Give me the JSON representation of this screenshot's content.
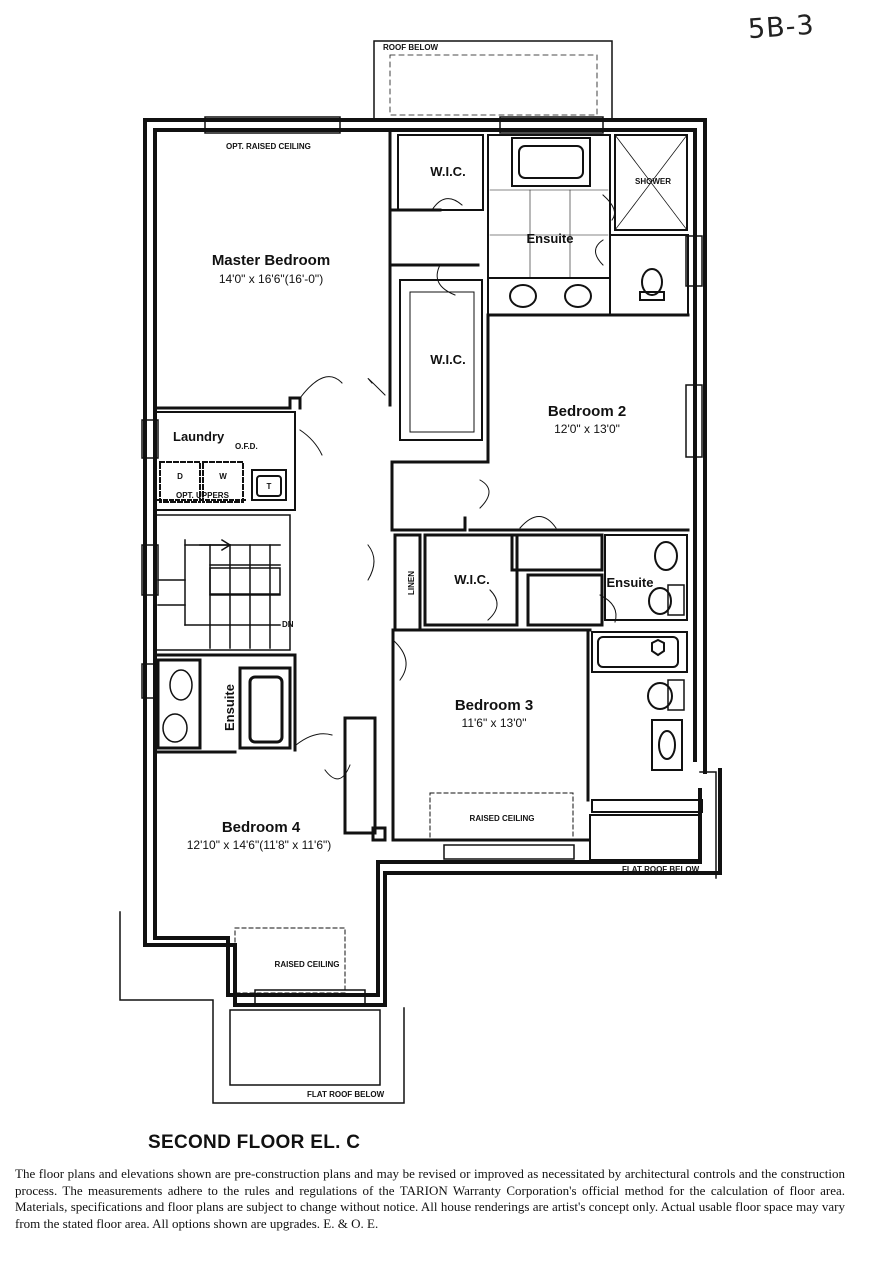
{
  "handwritten_note": "5B-3",
  "plan_title": "SECOND FLOOR EL. C",
  "disclaimer": "The floor plans and elevations shown are pre-construction plans and may be revised or improved as necessitated by architectural controls and the construction process. The measurements adhere to the rules and regulations of the TARION Warranty Corporation's official method for the calculation of floor area. Materials, specifications and floor plans are subject to change without notice. All house renderings are artist's concept only. Actual usable floor space may vary from the stated floor area. All options shown are upgrades. E. & O. E.",
  "rooms": {
    "master": {
      "name": "Master Bedroom",
      "dims": "14'0\" x 16'6\"(16'-0\")",
      "note": "OPT. RAISED CEILING"
    },
    "bedroom2": {
      "name": "Bedroom 2",
      "dims": "12'0\" x 13'0\""
    },
    "bedroom3": {
      "name": "Bedroom 3",
      "dims": "11'6\" x 13'0\"",
      "note": "RAISED CEILING"
    },
    "bedroom4": {
      "name": "Bedroom 4",
      "dims": "12'10\" x 14'6\"(11'8\" x 11'6\")",
      "note": "RAISED CEILING"
    }
  },
  "labels": {
    "roof_below": "ROOF BELOW",
    "flat_roof_below_right": "FLAT ROOF BELOW",
    "flat_roof_below_bottom": "FLAT ROOF BELOW",
    "wic_master_top": "W.I.C.",
    "wic_master_mid": "W.I.C.",
    "wic_bed3": "W.I.C.",
    "ensuite_master": "Ensuite",
    "ensuite_bed2": "Ensuite",
    "ensuite_bed4": "Ensuite",
    "shower": "SHOWER",
    "laundry": "Laundry",
    "ofd": "O.F.D.",
    "washer": "W",
    "dryer": "D",
    "tub": "T",
    "opt_uppers": "OPT. UPPERS",
    "linen": "LINEN",
    "dn": "DN"
  }
}
